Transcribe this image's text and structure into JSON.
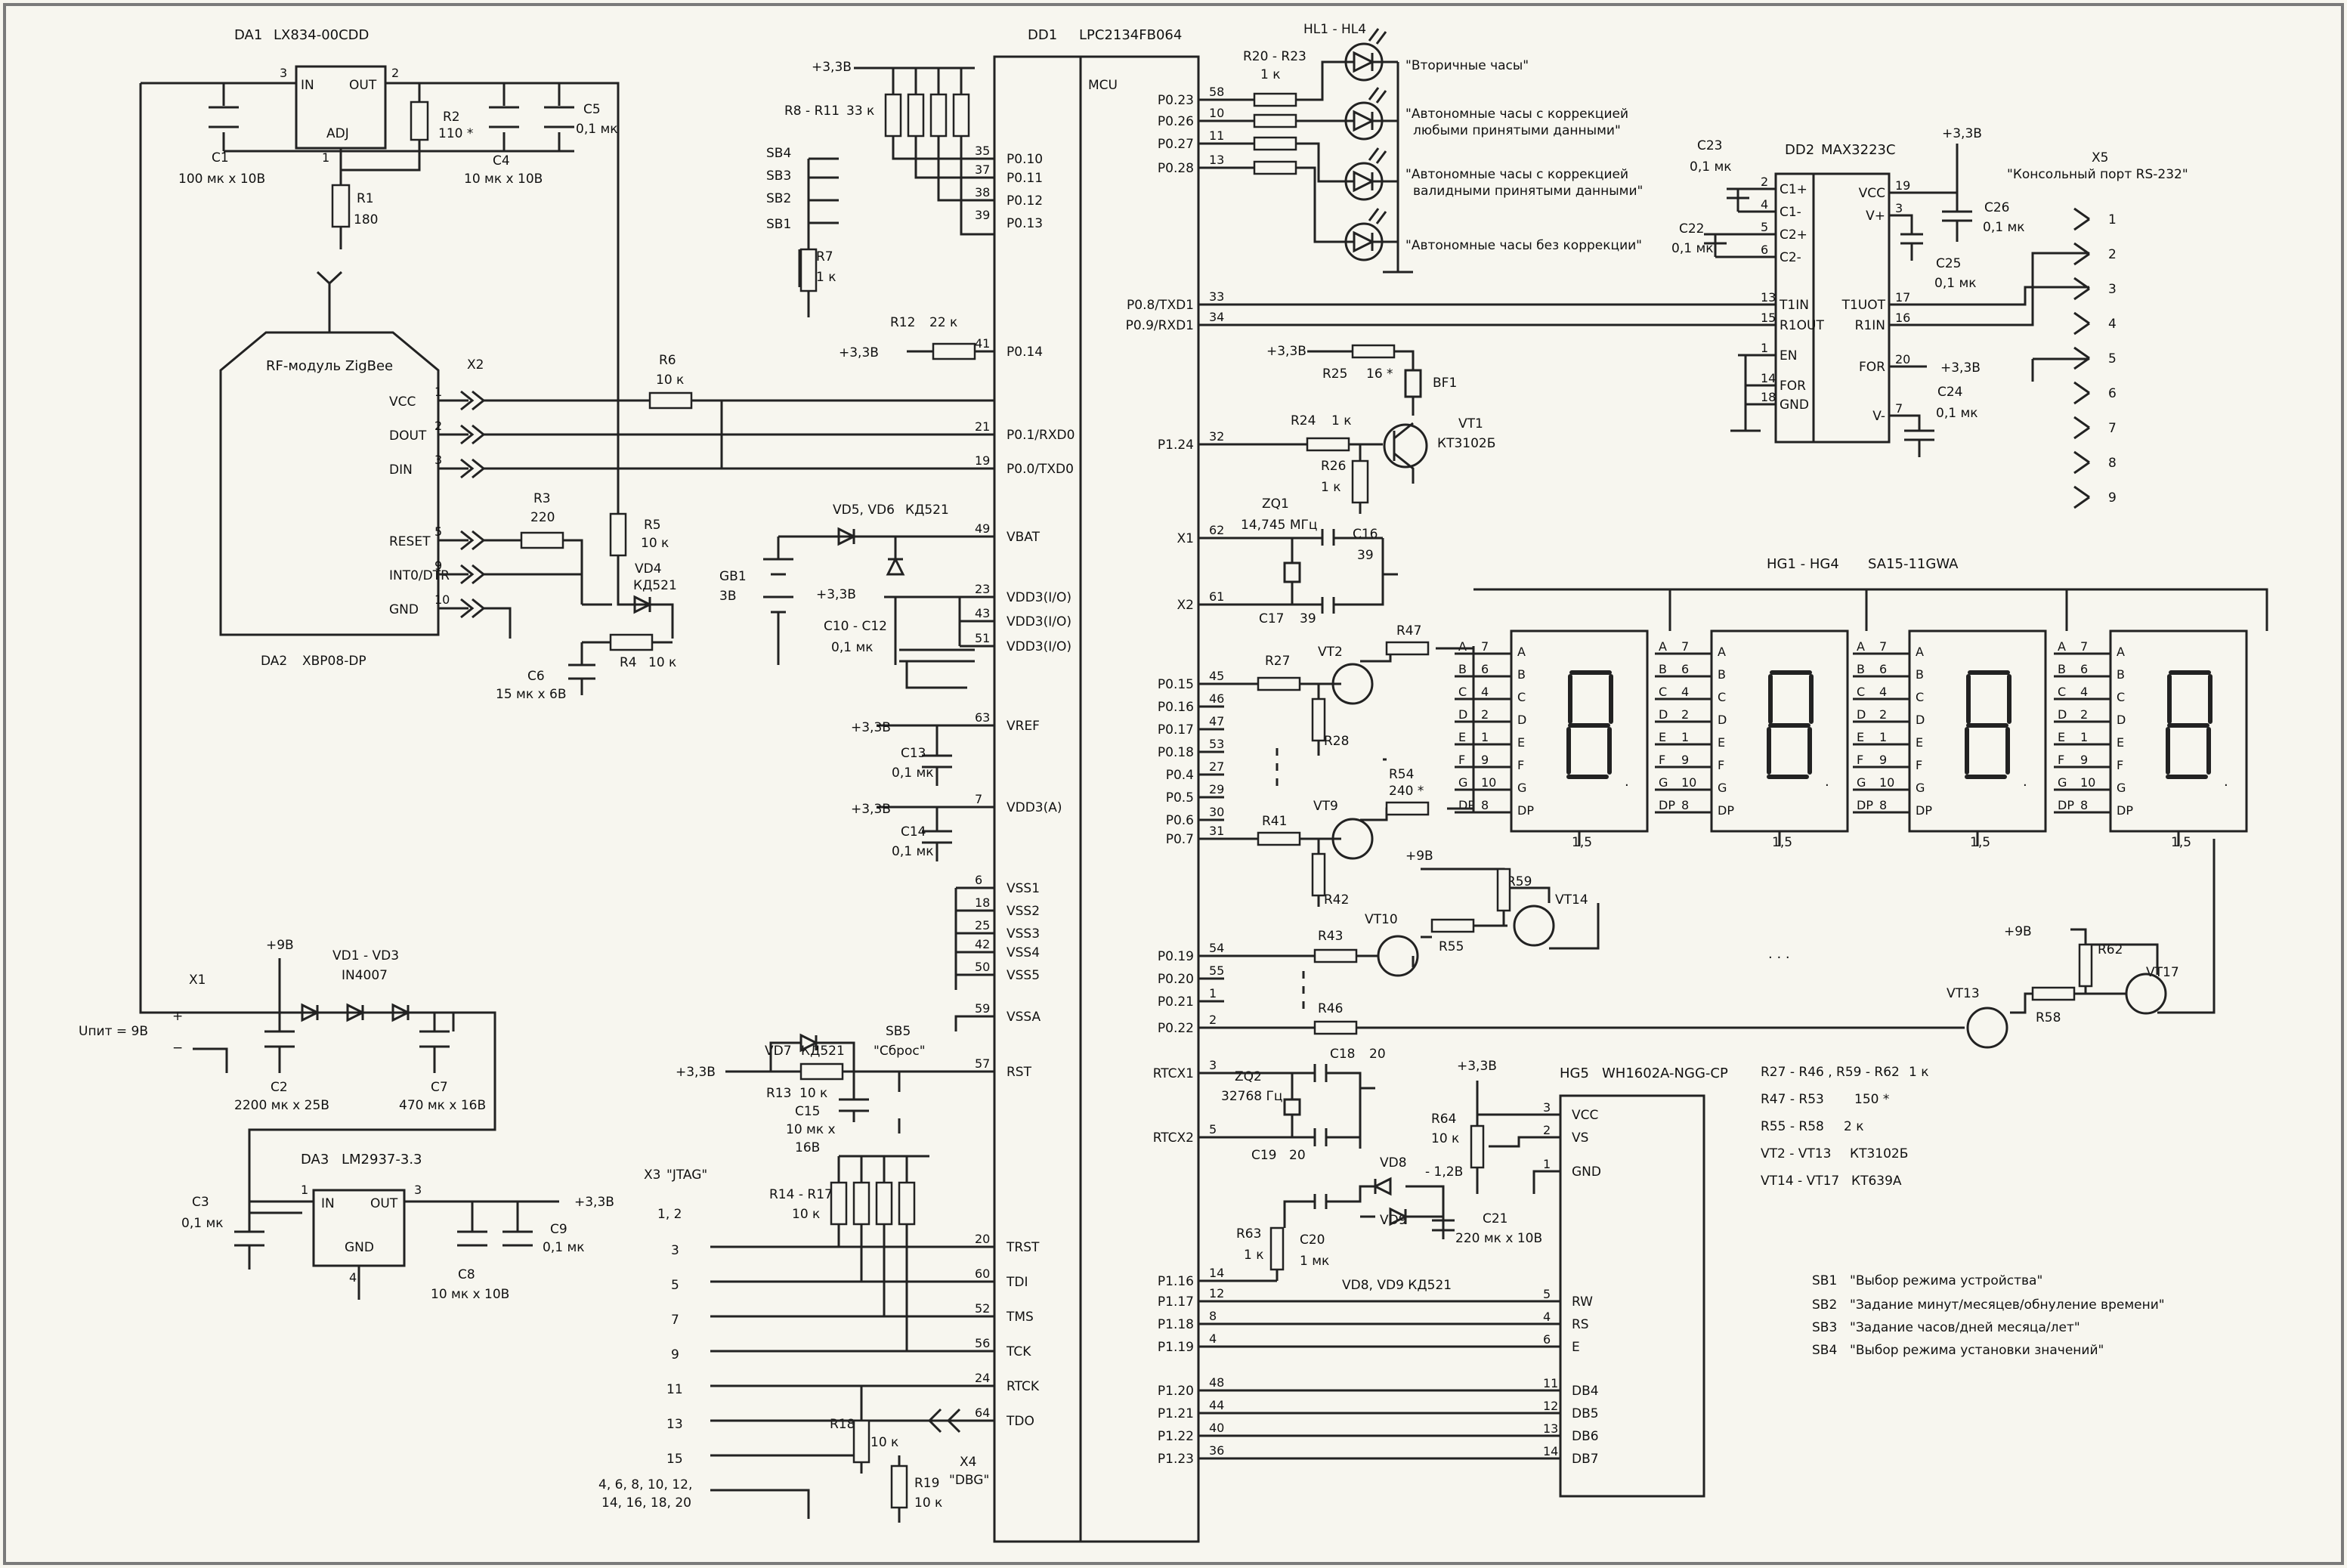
{
  "frame_color": "#7a7a7a",
  "ink_color": "#222222",
  "bg_color": "#f7f6ef",
  "blocks": {
    "da1": {
      "ref": "DA1",
      "part": "LX834-00CDD",
      "pin_in": "IN",
      "pin_out": "OUT",
      "pin_adj": "ADJ",
      "n_in": "3",
      "n_out": "2",
      "n_adj": "1"
    },
    "c1": {
      "ref": "C1",
      "val": "100 мк x 10В"
    },
    "r2": {
      "ref": "R2",
      "val": "110 *"
    },
    "r1": {
      "ref": "R1",
      "val": "180"
    },
    "c4": {
      "ref": "C4",
      "val": "10 мк x 10В"
    },
    "c5": {
      "ref": "C5",
      "val": "0,1 мк"
    },
    "rf": {
      "title": "RF-модуль  ZigBee",
      "ref": "DA2",
      "part": "XBP08-DP",
      "conn": "X2",
      "pins": [
        {
          "n": "1",
          "name": "VCC"
        },
        {
          "n": "2",
          "name": "DOUT"
        },
        {
          "n": "3",
          "name": "DIN"
        },
        {
          "n": "5",
          "name": "RESET"
        },
        {
          "n": "9",
          "name": "INT0/DTR"
        },
        {
          "n": "10",
          "name": "GND"
        }
      ]
    },
    "r6": {
      "ref": "R6",
      "val": "10 к"
    },
    "r3": {
      "ref": "R3",
      "val": "220"
    },
    "r5": {
      "ref": "R5",
      "val": "10 к"
    },
    "vd4": {
      "ref": "VD4",
      "val": "КД521"
    },
    "r4": {
      "ref": "R4",
      "val": "10 к"
    },
    "c6": {
      "ref": "C6",
      "val": "15 мк x 6В"
    },
    "power": {
      "conn": "X1",
      "label": "Uпит = 9В",
      "plus": "+",
      "minus": "−",
      "rail": "+9В",
      "diodes": "VD1 - VD3",
      "diodes_part": "IN4007",
      "c2": "C2",
      "c2v": "2200 мк x 25В",
      "c7": "C7",
      "c7v": "470 мк x 16В"
    },
    "da3": {
      "ref": "DA3",
      "part": "LM2937-3.3",
      "pin_in": "IN",
      "pin_out": "OUT",
      "pin_gnd": "GND",
      "n_in": "1",
      "n_out": "3",
      "n_gnd": "4",
      "out": "+3,3В"
    },
    "c3": {
      "ref": "C3",
      "val": "0,1 мк"
    },
    "c8": {
      "ref": "C8",
      "val": "10 мк x 10В"
    },
    "c9": {
      "ref": "C9",
      "val": "0,1 мк"
    },
    "keys": {
      "rail": "+3,3В",
      "rnet": "R8 - R11",
      "rval": "33 к",
      "sw": [
        "SB4",
        "SB3",
        "SB2",
        "SB1"
      ],
      "r7": "R7",
      "r7v": "1 к"
    },
    "r12": {
      "ref": "R12",
      "val": "22 к",
      "rail": "+3,3В"
    },
    "vbat": {
      "diodes": "VD5, VD6",
      "part": "КД521",
      "gb": "GB1",
      "gbv": "3В",
      "rail": "+3,3В",
      "caps": "C10 - C12",
      "capv": "0,1 мк"
    },
    "c13": {
      "ref": "C13",
      "val": "0,1 мк",
      "rail": "+3,3В"
    },
    "c14": {
      "ref": "C14",
      "val": "0,1 мк",
      "rail": "+3,3В"
    },
    "reset": {
      "vd": "VD7",
      "vdp": "КД521",
      "sb": "SB5",
      "sbn": "\"Сброс\"",
      "r13": "R13",
      "r13v": "10 к",
      "c15": "C15",
      "c15v": "10 мк x",
      "c15v2": "16В",
      "rail": "+3,3В"
    },
    "jtag": {
      "conn": "X3",
      "name": "\"JTAG\"",
      "rnet": "R14 - R17",
      "rval": "10 к",
      "pins": [
        "1, 2",
        "3",
        "5",
        "7",
        "9",
        "11",
        "13",
        "15"
      ],
      "gnds": "4, 6, 8, 10, 12,",
      "gnds2": "14, 16, 18, 20",
      "r18": "R18",
      "r18v": "10 к",
      "r19": "R19",
      "r19v": "10 к",
      "dbg": "X4",
      "dbgn": "\"DBG\""
    },
    "mcu": {
      "ref": "DD1",
      "part": "LPC2134FB064",
      "core": "MCU",
      "left": [
        {
          "n": "35",
          "p": "P0.10"
        },
        {
          "n": "37",
          "p": "P0.11"
        },
        {
          "n": "38",
          "p": "P0.12"
        },
        {
          "n": "39",
          "p": "P0.13"
        },
        {
          "n": "41",
          "p": "P0.14"
        },
        {
          "n": "21",
          "p": "P0.1/RXD0"
        },
        {
          "n": "19",
          "p": "P0.0/TXD0"
        },
        {
          "n": "49",
          "p": "VBAT"
        },
        {
          "n": "23",
          "p": "VDD3(I/O)"
        },
        {
          "n": "43",
          "p": "VDD3(I/O)"
        },
        {
          "n": "51",
          "p": "VDD3(I/O)"
        },
        {
          "n": "63",
          "p": "VREF"
        },
        {
          "n": "7",
          "p": "VDD3(A)"
        },
        {
          "n": "6",
          "p": "VSS1"
        },
        {
          "n": "18",
          "p": "VSS2"
        },
        {
          "n": "25",
          "p": "VSS3"
        },
        {
          "n": "42",
          "p": "VSS4"
        },
        {
          "n": "50",
          "p": "VSS5"
        },
        {
          "n": "59",
          "p": "VSSA"
        },
        {
          "n": "57",
          "p": "RST"
        },
        {
          "n": "20",
          "p": "TRST"
        },
        {
          "n": "60",
          "p": "TDI"
        },
        {
          "n": "52",
          "p": "TMS"
        },
        {
          "n": "56",
          "p": "TCK"
        },
        {
          "n": "24",
          "p": "RTCK"
        },
        {
          "n": "64",
          "p": "TDO"
        }
      ],
      "right": [
        {
          "n": "58",
          "p": "P0.23"
        },
        {
          "n": "10",
          "p": "P0.26"
        },
        {
          "n": "11",
          "p": "P0.27"
        },
        {
          "n": "13",
          "p": "P0.28"
        },
        {
          "n": "33",
          "p": "P0.8/TXD1"
        },
        {
          "n": "34",
          "p": "P0.9/RXD1"
        },
        {
          "n": "32",
          "p": "P1.24"
        },
        {
          "n": "62",
          "p": "X1"
        },
        {
          "n": "61",
          "p": "X2"
        },
        {
          "n": "45",
          "p": "P0.15"
        },
        {
          "n": "46",
          "p": "P0.16"
        },
        {
          "n": "47",
          "p": "P0.17"
        },
        {
          "n": "53",
          "p": "P0.18"
        },
        {
          "n": "27",
          "p": "P0.4"
        },
        {
          "n": "29",
          "p": "P0.5"
        },
        {
          "n": "30",
          "p": "P0.6"
        },
        {
          "n": "31",
          "p": "P0.7"
        },
        {
          "n": "54",
          "p": "P0.19"
        },
        {
          "n": "55",
          "p": "P0.20"
        },
        {
          "n": "1",
          "p": "P0.21"
        },
        {
          "n": "2",
          "p": "P0.22"
        },
        {
          "n": "3",
          "p": "RTCX1"
        },
        {
          "n": "5",
          "p": "RTCX2"
        },
        {
          "n": "14",
          "p": "P1.16"
        },
        {
          "n": "12",
          "p": "P1.17"
        },
        {
          "n": "8",
          "p": "P1.18"
        },
        {
          "n": "4",
          "p": "P1.19"
        },
        {
          "n": "48",
          "p": "P1.20"
        },
        {
          "n": "44",
          "p": "P1.21"
        },
        {
          "n": "40",
          "p": "P1.22"
        },
        {
          "n": "36",
          "p": "P1.23"
        }
      ]
    },
    "leds": {
      "rnet": "R20 - R23",
      "rval": "1 к",
      "ref": "HL1 - HL4",
      "labels": [
        "\"Вторичные часы\"",
        "\"Автономные часы с коррекцией",
        "любыми принятыми данными\"",
        "\"Автономные часы с коррекцией",
        "валидными принятыми данными\"",
        "\"Автономные часы без коррекции\""
      ]
    },
    "max": {
      "ref": "DD2",
      "part": "MAX3223C",
      "c23": "C23",
      "c23v": "0,1 мк",
      "c22": "C22",
      "c22v": "0,1 мк",
      "c25": "C25",
      "c25v": "0,1 мк",
      "c26": "C26",
      "c26v": "0,1 мк",
      "c24": "C24",
      "c24v": "0,1 мк",
      "rail": "+3,3В",
      "lpins": [
        {
          "n": "2",
          "p": "C1+"
        },
        {
          "n": "4",
          "p": "C1-"
        },
        {
          "n": "5",
          "p": "C2+"
        },
        {
          "n": "6",
          "p": "C2-"
        },
        {
          "n": "13",
          "p": "T1IN"
        },
        {
          "n": "15",
          "p": "R1OUT"
        },
        {
          "n": "1",
          "p": "EN"
        },
        {
          "n": "14",
          "p": "FOR"
        },
        {
          "n": "18",
          "p": "GND"
        }
      ],
      "rpins": [
        {
          "n": "19",
          "p": "VCC"
        },
        {
          "n": "3",
          "p": "V+"
        },
        {
          "n": "17",
          "p": "T1UOT"
        },
        {
          "n": "16",
          "p": "R1IN"
        },
        {
          "n": "20",
          "p": "FOR"
        },
        {
          "n": "7",
          "p": "V-"
        }
      ]
    },
    "x5": {
      "ref": "X5",
      "name": "\"Консольный порт RS-232\"",
      "pins": [
        "1",
        "2",
        "3",
        "4",
        "5",
        "6",
        "7",
        "8",
        "9"
      ]
    },
    "bf": {
      "r25": "R25",
      "r25v": "16 *",
      "bf": "BF1",
      "rail": "+3,3В",
      "r24": "R24",
      "r24v": "1 к",
      "r26": "R26",
      "r26v": "1 к",
      "vt": "VT1",
      "vtp": "КТ3102Б"
    },
    "xtal": {
      "zq1": "ZQ1",
      "zq1v": "14,745 МГц",
      "c16": "C16",
      "c16v": "39",
      "c17": "C17",
      "c17v": "39"
    },
    "disp": {
      "ref": "HG1 - HG4",
      "part": "SA15-11GWA",
      "segs": [
        "A",
        "B",
        "C",
        "D",
        "E",
        "F",
        "G",
        "DP"
      ],
      "nums": [
        "7",
        "6",
        "4",
        "2",
        "1",
        "9",
        "10",
        "8"
      ],
      "com": "1,5",
      "dp": "."
    },
    "drv": {
      "r27": "R27",
      "vt2": "VT2",
      "r47": "R47",
      "r28": "R28",
      "r54": "R54",
      "r54v": "240 *",
      "vt9": "VT9",
      "r41": "R41",
      "r42": "R42",
      "rail": "+9В",
      "r59": "R59",
      "vt14": "VT14",
      "vt10": "VT10",
      "r55": "R55",
      "r43": "R43",
      "r46": "R46",
      "r62": "R62",
      "vt17": "VT17",
      "vt13": "VT13",
      "r58": "R58",
      "dots": ". . ."
    },
    "rtc": {
      "zq2": "ZQ2",
      "zq2v": "32768 Гц",
      "c18": "C18",
      "c18v": "20",
      "c19": "C19",
      "c19v": "20"
    },
    "lcd": {
      "ref": "HG5",
      "part": "WH1602A-NGG-CP",
      "rail": "+3,3В",
      "r64": "R64",
      "r64v": "10 к",
      "neg": "- 1,2В",
      "vd8": "VD8",
      "vd9": "VD9",
      "vdp": "VD8, VD9  КД521",
      "c21": "C21",
      "c21v": "220 мк x 10В",
      "r63": "R63",
      "r63v": "1 к",
      "c20": "C20",
      "c20v": "1 мк",
      "pins": [
        {
          "n": "3",
          "p": "VCC"
        },
        {
          "n": "2",
          "p": "VS"
        },
        {
          "n": "1",
          "p": "GND"
        },
        {
          "n": "5",
          "p": "RW"
        },
        {
          "n": "4",
          "p": "RS"
        },
        {
          "n": "6",
          "p": "E"
        },
        {
          "n": "11",
          "p": "DB4"
        },
        {
          "n": "12",
          "p": "DB5"
        },
        {
          "n": "13",
          "p": "DB6"
        },
        {
          "n": "14",
          "p": "DB7"
        }
      ]
    },
    "notes": {
      "l1a": "R27 - R46 , R59 - R62",
      "l1b": "1 к",
      "l2a": "R47 - R53",
      "l2b": "150 *",
      "l3a": "R55 - R58",
      "l3b": "2 к",
      "l4a": "VT2 - VT13",
      "l4b": "КТ3102Б",
      "l5a": "VT14 - VT17",
      "l5b": "КТ639А",
      "sb": [
        {
          "n": "SB1",
          "t": "\"Выбор режима устройства\""
        },
        {
          "n": "SB2",
          "t": "\"Задание минут/месяцев/обнуление времени\""
        },
        {
          "n": "SB3",
          "t": "\"Задание часов/дней месяца/лет\""
        },
        {
          "n": "SB4",
          "t": "\"Выбор режима установки значений\""
        }
      ]
    }
  }
}
